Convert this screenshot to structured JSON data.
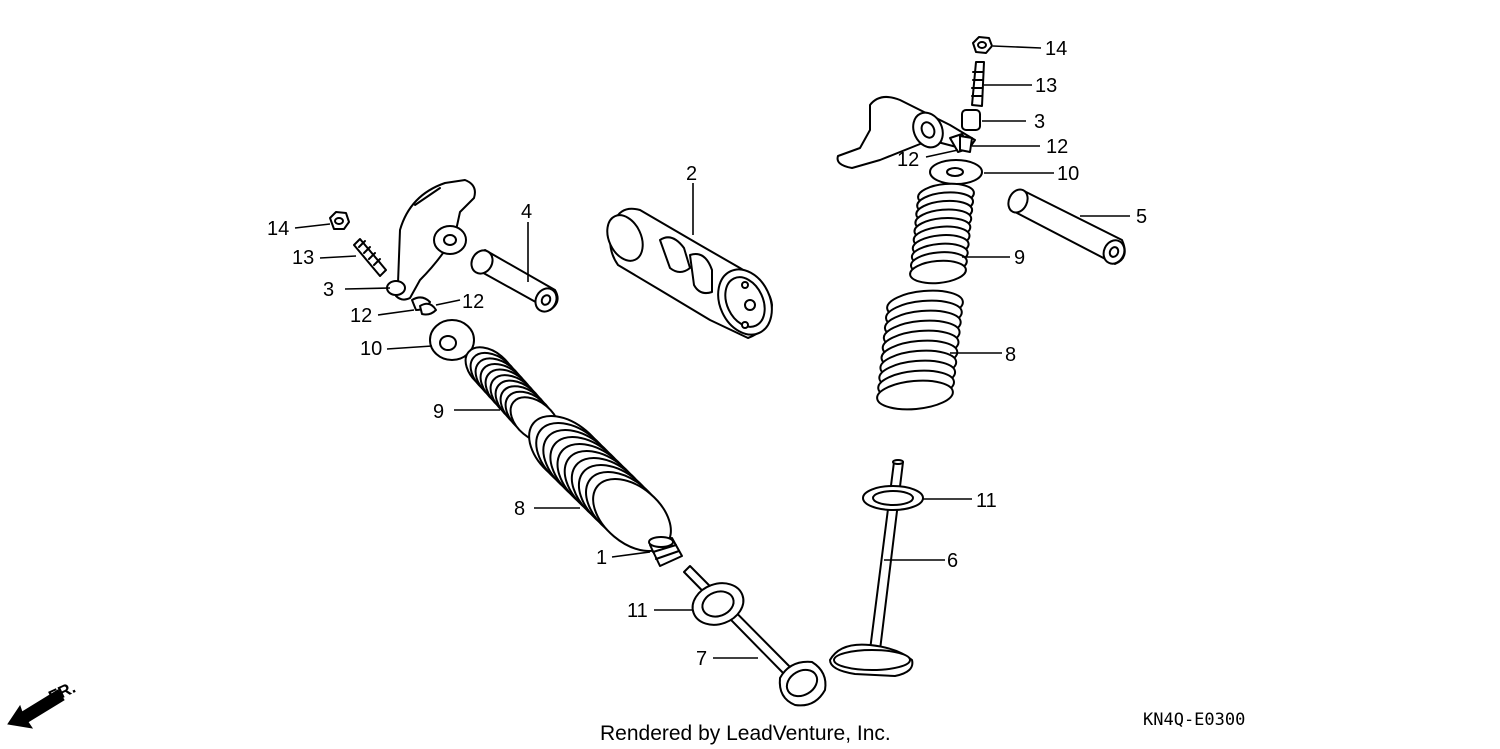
{
  "callouts": {
    "c1": "1",
    "c2": "2",
    "c3_left": "3",
    "c3_right": "3",
    "c4": "4",
    "c5": "5",
    "c6": "6",
    "c7": "7",
    "c8_left": "8",
    "c8_right": "8",
    "c9_left": "9",
    "c9_right": "9",
    "c10_left": "10",
    "c10_right": "10",
    "c11_left": "11",
    "c11_right": "11",
    "c12_left_a": "12",
    "c12_left_b": "12",
    "c12_right_a": "12",
    "c12_right_b": "12",
    "c13_left": "13",
    "c13_right": "13",
    "c14_left": "14",
    "c14_right": "14"
  },
  "direction": {
    "label": "FR."
  },
  "footer": {
    "credit": "Rendered by LeadVenture, Inc.",
    "code": "KN4Q-E0300"
  }
}
